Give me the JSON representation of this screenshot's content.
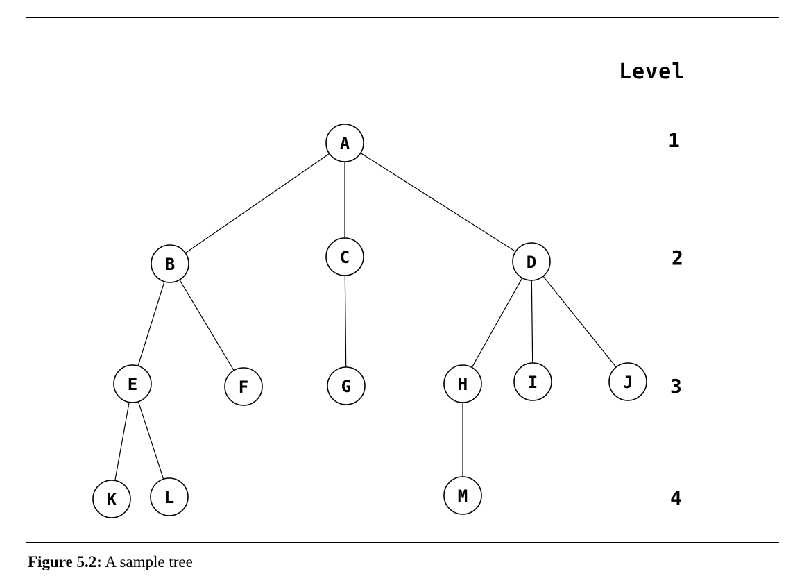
{
  "caption": {
    "label": "Figure 5.2:",
    "text": "A sample tree"
  },
  "level_header": "Level",
  "levels": [
    "1",
    "2",
    "3",
    "4"
  ],
  "tree": {
    "nodes": [
      {
        "id": "A",
        "level": 1
      },
      {
        "id": "B",
        "level": 2
      },
      {
        "id": "C",
        "level": 2
      },
      {
        "id": "D",
        "level": 2
      },
      {
        "id": "E",
        "level": 3
      },
      {
        "id": "F",
        "level": 3
      },
      {
        "id": "G",
        "level": 3
      },
      {
        "id": "H",
        "level": 3
      },
      {
        "id": "I",
        "level": 3
      },
      {
        "id": "J",
        "level": 3
      },
      {
        "id": "K",
        "level": 4
      },
      {
        "id": "L",
        "level": 4
      },
      {
        "id": "M",
        "level": 4
      }
    ],
    "edges": [
      [
        "A",
        "B"
      ],
      [
        "A",
        "C"
      ],
      [
        "A",
        "D"
      ],
      [
        "B",
        "E"
      ],
      [
        "B",
        "F"
      ],
      [
        "C",
        "G"
      ],
      [
        "D",
        "H"
      ],
      [
        "D",
        "I"
      ],
      [
        "D",
        "J"
      ],
      [
        "E",
        "K"
      ],
      [
        "E",
        "L"
      ],
      [
        "H",
        "M"
      ]
    ]
  }
}
